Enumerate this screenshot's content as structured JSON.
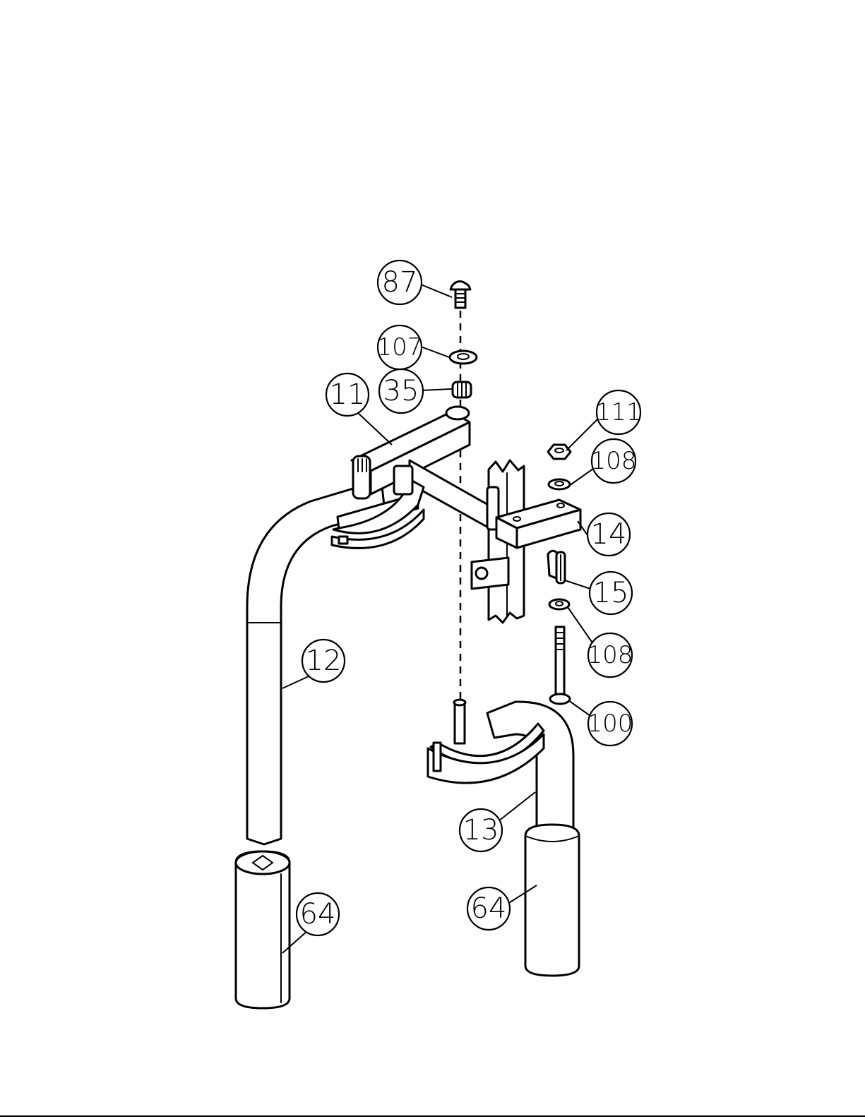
{
  "callouts": [
    {
      "id": "c87",
      "label": "87"
    },
    {
      "id": "c107",
      "label": "107"
    },
    {
      "id": "c35",
      "label": "35"
    },
    {
      "id": "c11",
      "label": "11"
    },
    {
      "id": "c111",
      "label": "111"
    },
    {
      "id": "c108a",
      "label": "108"
    },
    {
      "id": "c14",
      "label": "14"
    },
    {
      "id": "c15",
      "label": "15"
    },
    {
      "id": "c108b",
      "label": "108"
    },
    {
      "id": "c12",
      "label": "12"
    },
    {
      "id": "c100",
      "label": "100"
    },
    {
      "id": "c13",
      "label": "13"
    },
    {
      "id": "c64a",
      "label": "64"
    },
    {
      "id": "c64b",
      "label": "64"
    }
  ]
}
